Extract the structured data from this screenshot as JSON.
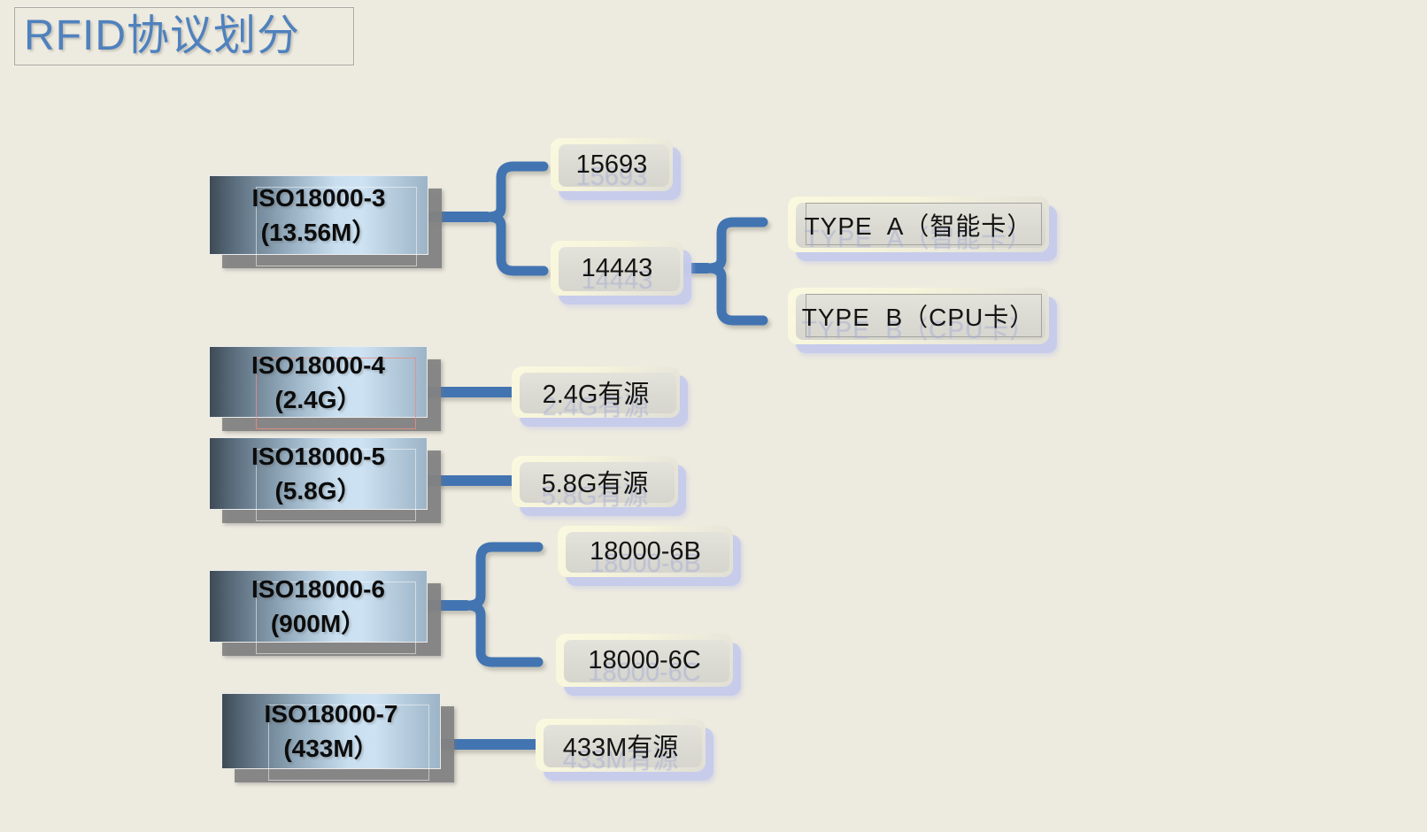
{
  "title": "RFID协议划分",
  "colors": {
    "background": "#edeadf",
    "title_text": "#4f81bd",
    "connector_blue": "#4274b1",
    "node_gradient_dark": "#3e4b56",
    "node_gradient_light": "#cde2f2",
    "node_shadow_gray": "#828282",
    "leaf_fill_gray": "#dadad2",
    "leaf_frame_cream": "#f6f4da",
    "leaf_shadow_periwinkle": "#c6cbeb",
    "iso18000_4_outline_pink": "#eb8c82"
  },
  "nodes": {
    "iso3": {
      "name": "ISO18000-3",
      "freq": "(13.56M）"
    },
    "iso4": {
      "name": "ISO18000-4",
      "freq": "(2.4G）"
    },
    "iso5": {
      "name": "ISO18000-5",
      "freq": "(5.8G）"
    },
    "iso6": {
      "name": "ISO18000-6",
      "freq": "(900M）"
    },
    "iso7": {
      "name": "ISO18000-7",
      "freq": "(433M）"
    }
  },
  "leaves": {
    "l15693": {
      "label": "15693"
    },
    "l14443": {
      "label": "14443"
    },
    "type_a": {
      "label": "TYPE  A（智能卡）"
    },
    "type_b": {
      "label": "TYPE  B（CPU卡）"
    },
    "active24": {
      "label": "2.4G有源"
    },
    "active58": {
      "label": "5.8G有源"
    },
    "b6b": {
      "label": "18000-6B"
    },
    "b6c": {
      "label": "18000-6C"
    },
    "active433": {
      "label": "433M有源"
    }
  },
  "hierarchy": [
    {
      "parent": "ISO18000-3 (13.56M）",
      "children": [
        "15693",
        "14443"
      ]
    },
    {
      "parent": "14443",
      "children": [
        "TYPE  A（智能卡）",
        "TYPE  B（CPU卡）"
      ]
    },
    {
      "parent": "ISO18000-4 (2.4G）",
      "children": [
        "2.4G有源"
      ]
    },
    {
      "parent": "ISO18000-5 (5.8G）",
      "children": [
        "5.8G有源"
      ]
    },
    {
      "parent": "ISO18000-6 (900M）",
      "children": [
        "18000-6B",
        "18000-6C"
      ]
    },
    {
      "parent": "ISO18000-7 (433M）",
      "children": [
        "433M有源"
      ]
    }
  ]
}
